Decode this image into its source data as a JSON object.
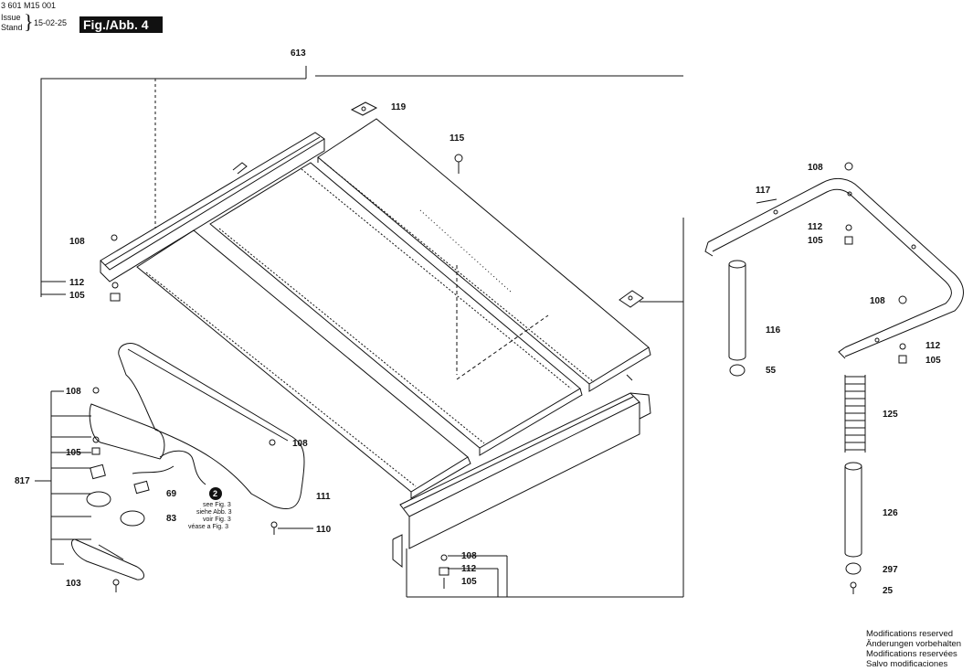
{
  "header": {
    "doc_number": "3 601 M15 001",
    "issue_label": "Issue",
    "stand_label": "Stand",
    "date": "15-02-25",
    "figure_label": "Fig./Abb. 4"
  },
  "labels": {
    "l613": "613",
    "l119": "119",
    "l115": "115",
    "l108a": "108",
    "l112a": "112",
    "l105a": "105",
    "l108b": "108",
    "l817": "817",
    "l105b": "105",
    "l108c": "108",
    "l111": "111",
    "l110": "110",
    "l69": "69",
    "l83": "83",
    "l103": "103",
    "l108d": "108",
    "l112d": "112",
    "l105d": "105",
    "l117": "117",
    "l108e": "108",
    "l112e": "112",
    "l105e": "105",
    "l108f": "108",
    "l116": "116",
    "l55": "55",
    "l112f": "112",
    "l105f": "105",
    "l125": "125",
    "l126": "126",
    "l297": "297",
    "l25": "25",
    "callout2": "2"
  },
  "see_note": [
    "see Fig. 3",
    "siehe Abb. 3",
    "voir Fig. 3",
    "véase a Fig. 3"
  ],
  "footer": [
    "Modifications reserved",
    "Änderungen vorbehalten",
    "Modifications reservées",
    "Salvo modificaciones"
  ]
}
